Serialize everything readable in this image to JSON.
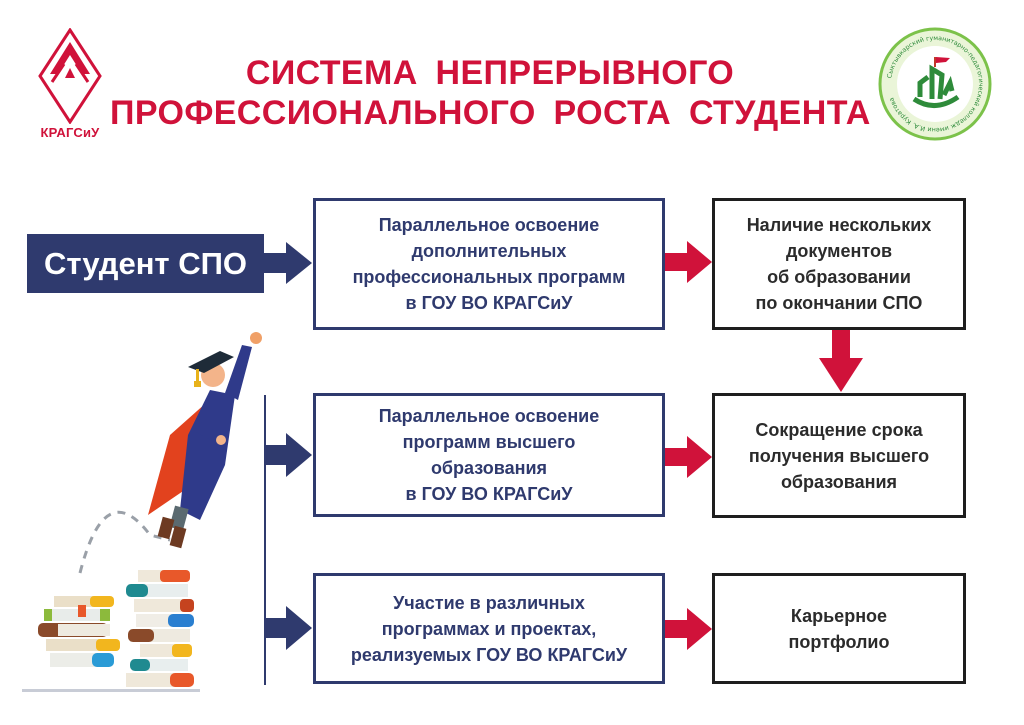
{
  "header": {
    "title_lines": [
      "СИСТЕМА  НЕПРЕРЫВНОГО",
      "ПРОФЕССИОНАЛЬНОГО  РОСТА  СТУДЕНТА"
    ],
    "left_logo_caption": "КРАГСиУ",
    "right_logo_ring_text": "Сыктывкарский гуманитарно-педагогический колледж имени И.А. Куратова"
  },
  "colors": {
    "brand_red": "#d0123a",
    "navy": "#2f3a6e",
    "box_black": "#1e1e1e",
    "logo_green": "#2e8b3a"
  },
  "diagram": {
    "start": {
      "label": "Студент СПО"
    },
    "paths": [
      {
        "activity": [
          "Параллельное освоение",
          "дополнительных",
          "профессиональных программ",
          "в ГОУ ВО КРАГСиУ"
        ],
        "outcome": [
          "Наличие нескольких",
          "документов",
          "об образовании",
          "по окончании СПО"
        ]
      },
      {
        "activity": [
          "Параллельное освоение",
          "программ высшего",
          "образования",
          "в ГОУ ВО КРАГСиУ"
        ],
        "outcome": [
          "Сокращение срока",
          "получения высшего",
          "образования"
        ]
      },
      {
        "activity": [
          "Участие в различных",
          "программах и проектах,",
          "реализуемых ГОУ ВО КРАГСиУ"
        ],
        "outcome": [
          "Карьерное",
          "портфолио"
        ]
      }
    ],
    "connections": [
      {
        "from": "start",
        "to": "activity-1"
      },
      {
        "from": "start",
        "to": "activity-2"
      },
      {
        "from": "start",
        "to": "activity-3"
      },
      {
        "from": "activity-1",
        "to": "outcome-1"
      },
      {
        "from": "activity-2",
        "to": "outcome-2"
      },
      {
        "from": "activity-3",
        "to": "outcome-3"
      },
      {
        "from": "outcome-1",
        "to": "outcome-2"
      }
    ]
  },
  "illustration": {
    "subject": "graduate-flying-from-book-stacks"
  }
}
